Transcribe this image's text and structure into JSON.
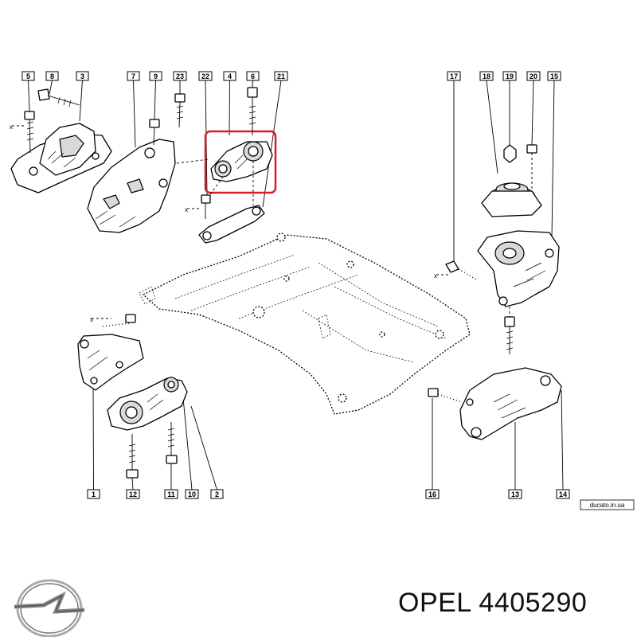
{
  "callouts_top": [
    "5",
    "8",
    "3",
    "7",
    "9",
    "23",
    "22",
    "4",
    "6",
    "21",
    "17",
    "18",
    "19",
    "20",
    "15"
  ],
  "callouts_bottom": [
    "1",
    "12",
    "11",
    "10",
    "2",
    "16",
    "13",
    "14"
  ],
  "watermark": "ducato.in.ua",
  "brand": {
    "name": "OPEL",
    "part_number": "4405290"
  },
  "highlight_color": "#d0202a"
}
